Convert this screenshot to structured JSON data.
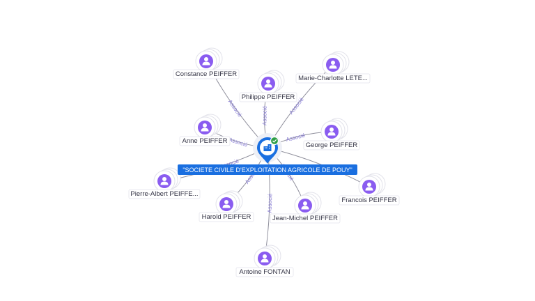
{
  "center": {
    "label": "\"SOCIETE CIVILE D'EXPLOITATION AGRICOLE DE POUY\"",
    "icon": "building-icon",
    "badge_icon": "check-icon",
    "pin_color": "#1a6fe0",
    "badge_color": "#2e9e46"
  },
  "edge_label": "Associé",
  "nodes": [
    {
      "id": "constance-peiffer",
      "label": "Constance PEIFFER",
      "icon": "person-icon"
    },
    {
      "id": "philippe-peiffer",
      "label": "Philippe PEIFFER",
      "icon": "person-icon"
    },
    {
      "id": "marie-charlotte-lete",
      "label": "Marie-Charlotte LETE...",
      "icon": "person-icon"
    },
    {
      "id": "anne-peiffer",
      "label": "Anne PEIFFER",
      "icon": "person-icon"
    },
    {
      "id": "george-peiffer",
      "label": "George PEIFFER",
      "icon": "person-icon"
    },
    {
      "id": "pierre-albert-peiffe",
      "label": "Pierre-Albert PEIFFE...",
      "icon": "person-icon"
    },
    {
      "id": "francois-peiffer",
      "label": "Francois PEIFFER",
      "icon": "person-icon"
    },
    {
      "id": "harold-peiffer",
      "label": "Harold PEIFFER",
      "icon": "person-icon"
    },
    {
      "id": "jean-michel-peiffer",
      "label": "Jean-Michel PEIFFER",
      "icon": "person-icon"
    },
    {
      "id": "antoine-fontan",
      "label": "Antoine FONTAN",
      "icon": "person-icon"
    }
  ],
  "colors": {
    "node_fill": "#8a5cf0",
    "edge": "#8f8f9c",
    "edge_label": "#8a7fd6"
  }
}
